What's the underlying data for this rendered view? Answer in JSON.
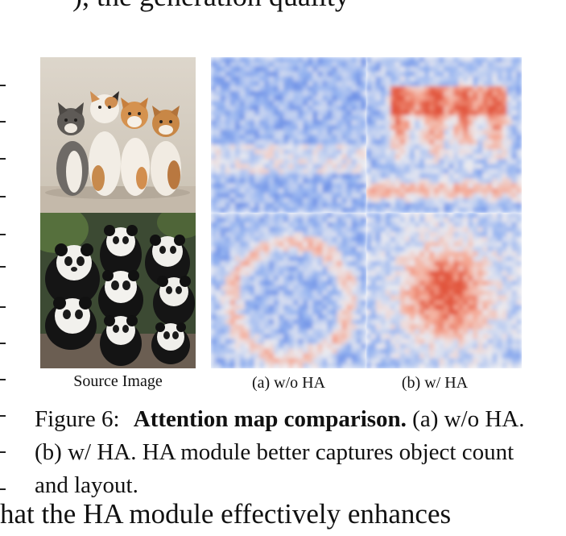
{
  "top_text_fragment": "), the generation quality",
  "labels": {
    "source": "Source Image",
    "without": "(a) w/o HA",
    "with": "(b) w/ HA"
  },
  "caption": {
    "number": "Figure 6:",
    "title": "Attention map comparison.",
    "body": "(a) w/o HA. (b) w/ HA. HA module better captures object count and layout."
  },
  "bottom_text_fragment": "hat the HA module effectively enhances",
  "images": {
    "row1": "four cats sitting in a row",
    "row2": "group of giant pandas"
  },
  "colors": {
    "attention_low": "#5b7fd6",
    "attention_high": "#e8684a"
  }
}
